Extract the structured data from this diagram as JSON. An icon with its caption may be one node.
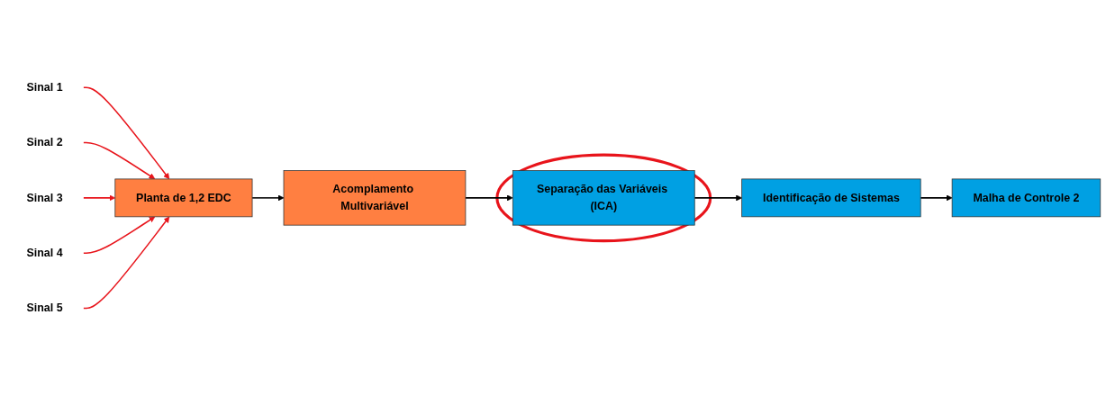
{
  "diagram": {
    "nodes": [
      {
        "text": [
          "Sinal 1"
        ]
      },
      {
        "text": [
          "Sinal 2"
        ]
      },
      {
        "text": [
          "Sinal 3"
        ]
      },
      {
        "text": [
          "Planta de 1,2 EDC"
        ]
      },
      {
        "text": [
          "Acomplamento Multivariável"
        ]
      },
      {
        "text": [],
        "shape": "circle"
      },
      {
        "text": [
          "Separação das Variáveis (ICA)"
        ],
        "in": 5
      },
      {
        "text": [
          "Identificação de Sistemas"
        ]
      },
      {
        "text": [
          "Malha de Controle 2"
        ]
      },
      {
        "text": [
          "Sinal 4"
        ]
      },
      {
        "text": [
          "Sinal 5"
        ]
      }
    ],
    "edges": [
      {
        "from": 0,
        "to": 3,
        "arrow": "to"
      },
      {
        "from": 1,
        "to": 3,
        "arrow": "to"
      },
      {
        "from": 2,
        "to": 3,
        "arrow": "to"
      },
      {
        "from": 9,
        "to": 3,
        "arrow": "to"
      },
      {
        "from": 10,
        "to": 3,
        "arrow": "to"
      },
      {
        "from": 3,
        "to": 4,
        "arrow": "to",
        "color": "#000000"
      },
      {
        "from": 4,
        "to": 6,
        "arrow": "to",
        "color": "#000000"
      },
      {
        "from": 6,
        "to": 7,
        "arrow": "to",
        "color": "#000000"
      },
      {
        "from": 7,
        "to": 8,
        "arrow": "to",
        "color": "#000000"
      }
    ]
  }
}
